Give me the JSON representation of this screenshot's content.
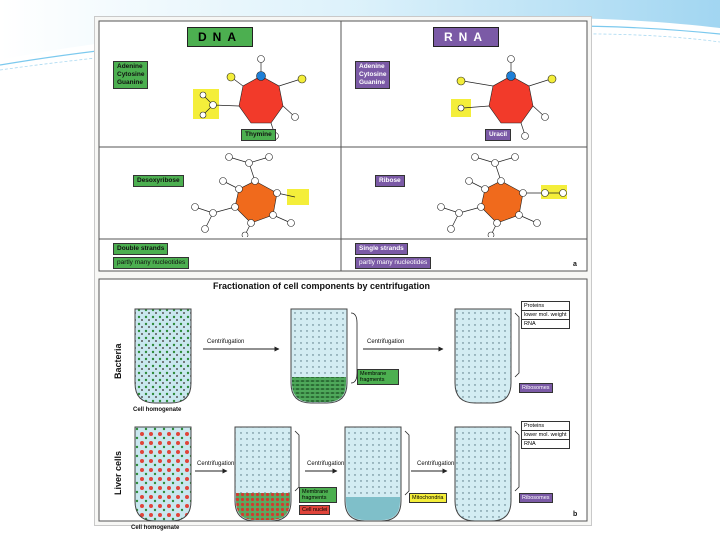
{
  "panel_a": {
    "dna": {
      "header": "DNA",
      "bases": [
        "Adenine",
        "Cytosine",
        "Guanine"
      ],
      "unique_base": "Thymine",
      "sugar": "Desoxyribose",
      "strands": "Double strands",
      "nucleotides": "partly many nucleotides"
    },
    "rna": {
      "header": "RNA",
      "bases": [
        "Adenine",
        "Cytosine",
        "Guanine"
      ],
      "unique_base": "Uracil",
      "sugar": "Ribose",
      "strands": "Single strands",
      "nucleotides": "partly many nucleotides"
    },
    "letter": "a"
  },
  "panel_b": {
    "title": "Fractionation of cell components by centrifugation",
    "bacteria": {
      "label": "Bacteria",
      "homogenate": "Cell homogenate",
      "step1": "Centrifugation",
      "step2": "Centrifugation",
      "pellet1": "Membrane fragments",
      "pellet2": "Ribosomes",
      "supernatant": [
        "Proteins",
        "lower mol. weight",
        "RNA"
      ]
    },
    "liver": {
      "label": "Liver cells",
      "homogenate": "Cell homogenate",
      "step1": "Centrifugation",
      "step2": "Centrifugation",
      "step3": "Centrifugation",
      "pellet1": [
        "Membrane fragments",
        "Cell nuclei"
      ],
      "pellet2": "Mitochondria",
      "pellet3": "Ribosomes",
      "supernatant": [
        "Proteins",
        "lower mol. weight",
        "RNA"
      ]
    },
    "letter": "b"
  },
  "colors": {
    "green": "#4caf50",
    "purple": "#7b5aa6",
    "yellow": "#f4ee3a",
    "red": "#f23a2a",
    "orange": "#f06a1c",
    "blue": "#1f7fd6"
  }
}
